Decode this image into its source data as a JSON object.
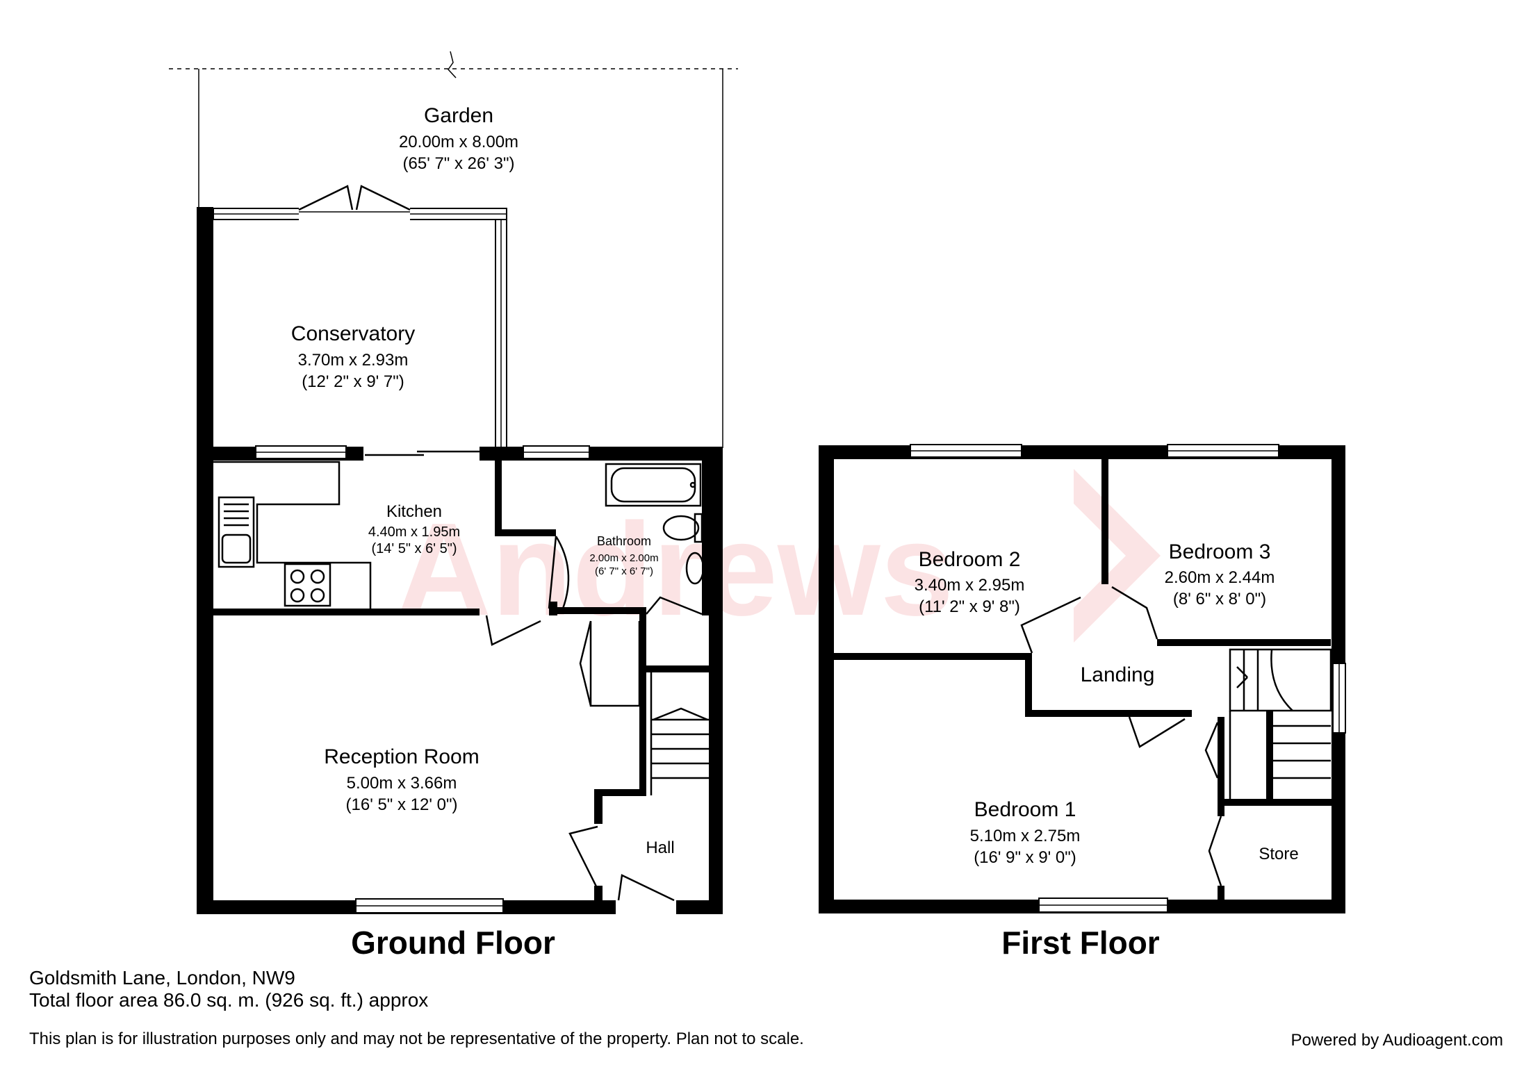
{
  "floors": [
    {
      "title": "Ground Floor"
    },
    {
      "title": "First Floor"
    }
  ],
  "watermark": "Andrews",
  "ground": {
    "garden": {
      "name": "Garden",
      "metric": "20.00m x 8.00m",
      "imperial": "(65' 7\" x 26' 3\")"
    },
    "conservatory": {
      "name": "Conservatory",
      "metric": "3.70m x 2.93m",
      "imperial": "(12' 2\" x 9' 7\")"
    },
    "kitchen": {
      "name": "Kitchen",
      "metric": "4.40m x 1.95m",
      "imperial": "(14' 5\" x 6' 5\")"
    },
    "bathroom": {
      "name": "Bathroom",
      "metric": "2.00m x 2.00m",
      "imperial": "(6' 7\" x 6' 7\")"
    },
    "reception": {
      "name": "Reception Room",
      "metric": "5.00m x 3.66m",
      "imperial": "(16' 5\" x 12' 0\")"
    },
    "hall": {
      "name": "Hall"
    }
  },
  "first": {
    "bedroom2": {
      "name": "Bedroom 2",
      "metric": "3.40m x 2.95m",
      "imperial": "(11' 2\" x 9' 8\")"
    },
    "bedroom3": {
      "name": "Bedroom 3",
      "metric": "2.60m x 2.44m",
      "imperial": "(8' 6\" x 8' 0\")"
    },
    "landing": {
      "name": "Landing"
    },
    "bedroom1": {
      "name": "Bedroom 1",
      "metric": "5.10m x 2.75m",
      "imperial": "(16' 9\" x 9' 0\")"
    },
    "store": {
      "name": "Store"
    }
  },
  "footer": {
    "address": "Goldsmith Lane, London, NW9",
    "area": "Total floor area 86.0 sq. m. (926 sq. ft.) approx",
    "disclaimer": "This plan is for illustration purposes only and may not be representative of the property. Plan not to scale.",
    "powered": "Powered by Audioagent.com"
  }
}
